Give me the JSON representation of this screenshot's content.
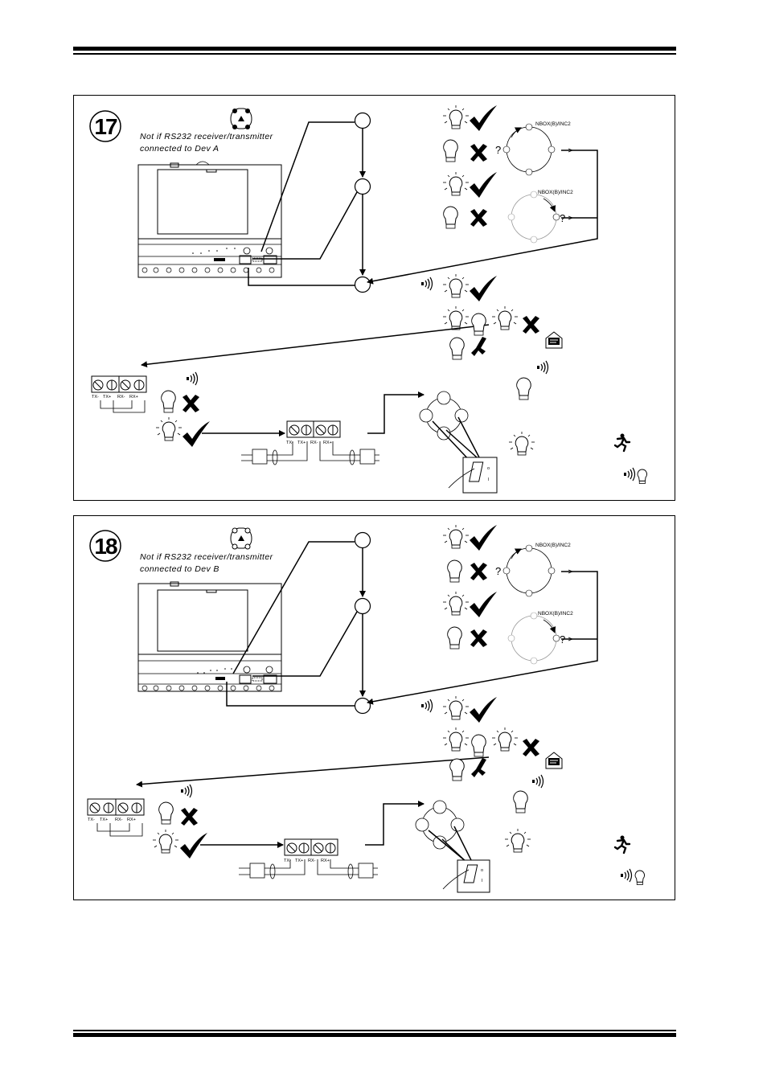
{
  "panels": [
    {
      "step": "17",
      "note_line1": "Not if RS232 receiver/transmitter",
      "note_line2": "connected to Dev A",
      "nbox_label_1": "NBOX(B)/INC2",
      "nbox_label_2": "NBOX(B)/INC2",
      "question_mark": "?",
      "terminal_labels": [
        "TX-",
        "TX+",
        "RX-",
        "RX+"
      ]
    },
    {
      "step": "18",
      "note_line1": "Not if RS232 receiver/transmitter",
      "note_line2": "connected to Dev B",
      "nbox_label_1": "NBOX(B)/INC2",
      "nbox_label_2": "NBOX(B)/INC2",
      "question_mark": "?",
      "terminal_labels": [
        "TX-",
        "TX+",
        "RX-",
        "RX+"
      ]
    }
  ],
  "icons": {
    "bulb": "light-bulb-icon",
    "bulb_lit": "lit-bulb-icon",
    "tick": "check-mark-icon",
    "cross": "cross-mark-icon",
    "sound": "sound-wave-icon",
    "runner": "running-man-icon",
    "envelope": "envelope-icon",
    "network": "network-icon"
  }
}
